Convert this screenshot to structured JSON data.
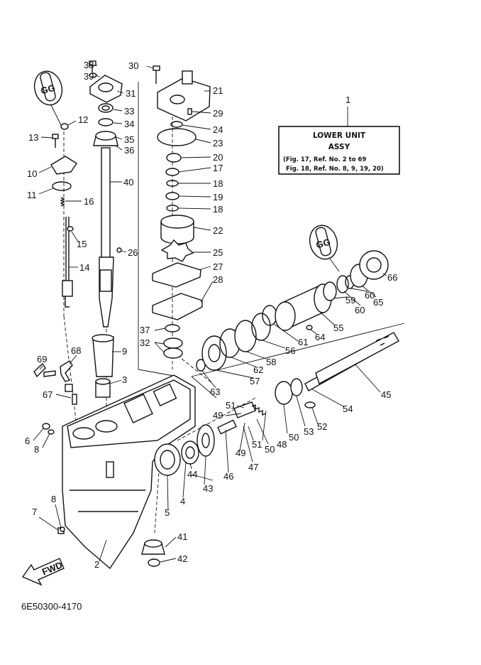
{
  "title_box": {
    "ref_number": "1",
    "line1": "LOWER UNIT",
    "line2": "ASSY",
    "line3": "(Fig. 17, Ref. No. 2 to 69",
    "line4": "Fig. 18, Ref. No. 8, 9, 19, 20)"
  },
  "seal_badges": [
    "GG",
    "GG"
  ],
  "fwd_label": "FWD",
  "drawing_code": "6E50300-4170",
  "callouts": [
    "38",
    "39",
    "31",
    "33",
    "34",
    "35",
    "36",
    "12",
    "13",
    "10",
    "11",
    "16",
    "15",
    "14",
    "40",
    "26",
    "30",
    "21",
    "29",
    "24",
    "23",
    "20",
    "17",
    "18",
    "19",
    "18",
    "22",
    "25",
    "27",
    "28",
    "37",
    "32",
    "9",
    "3",
    "69",
    "68",
    "67",
    "6",
    "8",
    "7",
    "8",
    "2",
    "5",
    "4",
    "44",
    "43",
    "46",
    "47",
    "41",
    "42",
    "51",
    "49",
    "51",
    "49",
    "50",
    "48",
    "50",
    "53",
    "52",
    "54",
    "45",
    "63",
    "57",
    "62",
    "58",
    "56",
    "61",
    "55",
    "64",
    "59",
    "60",
    "60",
    "65",
    "66"
  ]
}
